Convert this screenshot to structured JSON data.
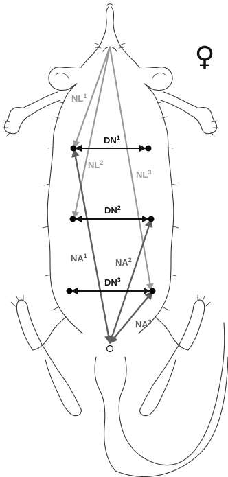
{
  "sex_symbol": "♀",
  "colors": {
    "outline": "#333333",
    "nl": "#9a9a9a",
    "na": "#5e5e5e",
    "dn": "#111111",
    "point": "#000000"
  },
  "labels": {
    "nl1": {
      "base": "NL",
      "sup": "1"
    },
    "nl2": {
      "base": "NL",
      "sup": "2"
    },
    "nl3": {
      "base": "NL",
      "sup": "3"
    },
    "dn1": {
      "base": "DN",
      "sup": "1"
    },
    "dn2": {
      "base": "DN",
      "sup": "2"
    },
    "dn3": {
      "base": "DN",
      "sup": "3"
    },
    "na1": {
      "base": "NA",
      "sup": "1"
    },
    "na2": {
      "base": "NA",
      "sup": "2"
    },
    "na3": {
      "base": "NA",
      "sup": "3"
    }
  }
}
